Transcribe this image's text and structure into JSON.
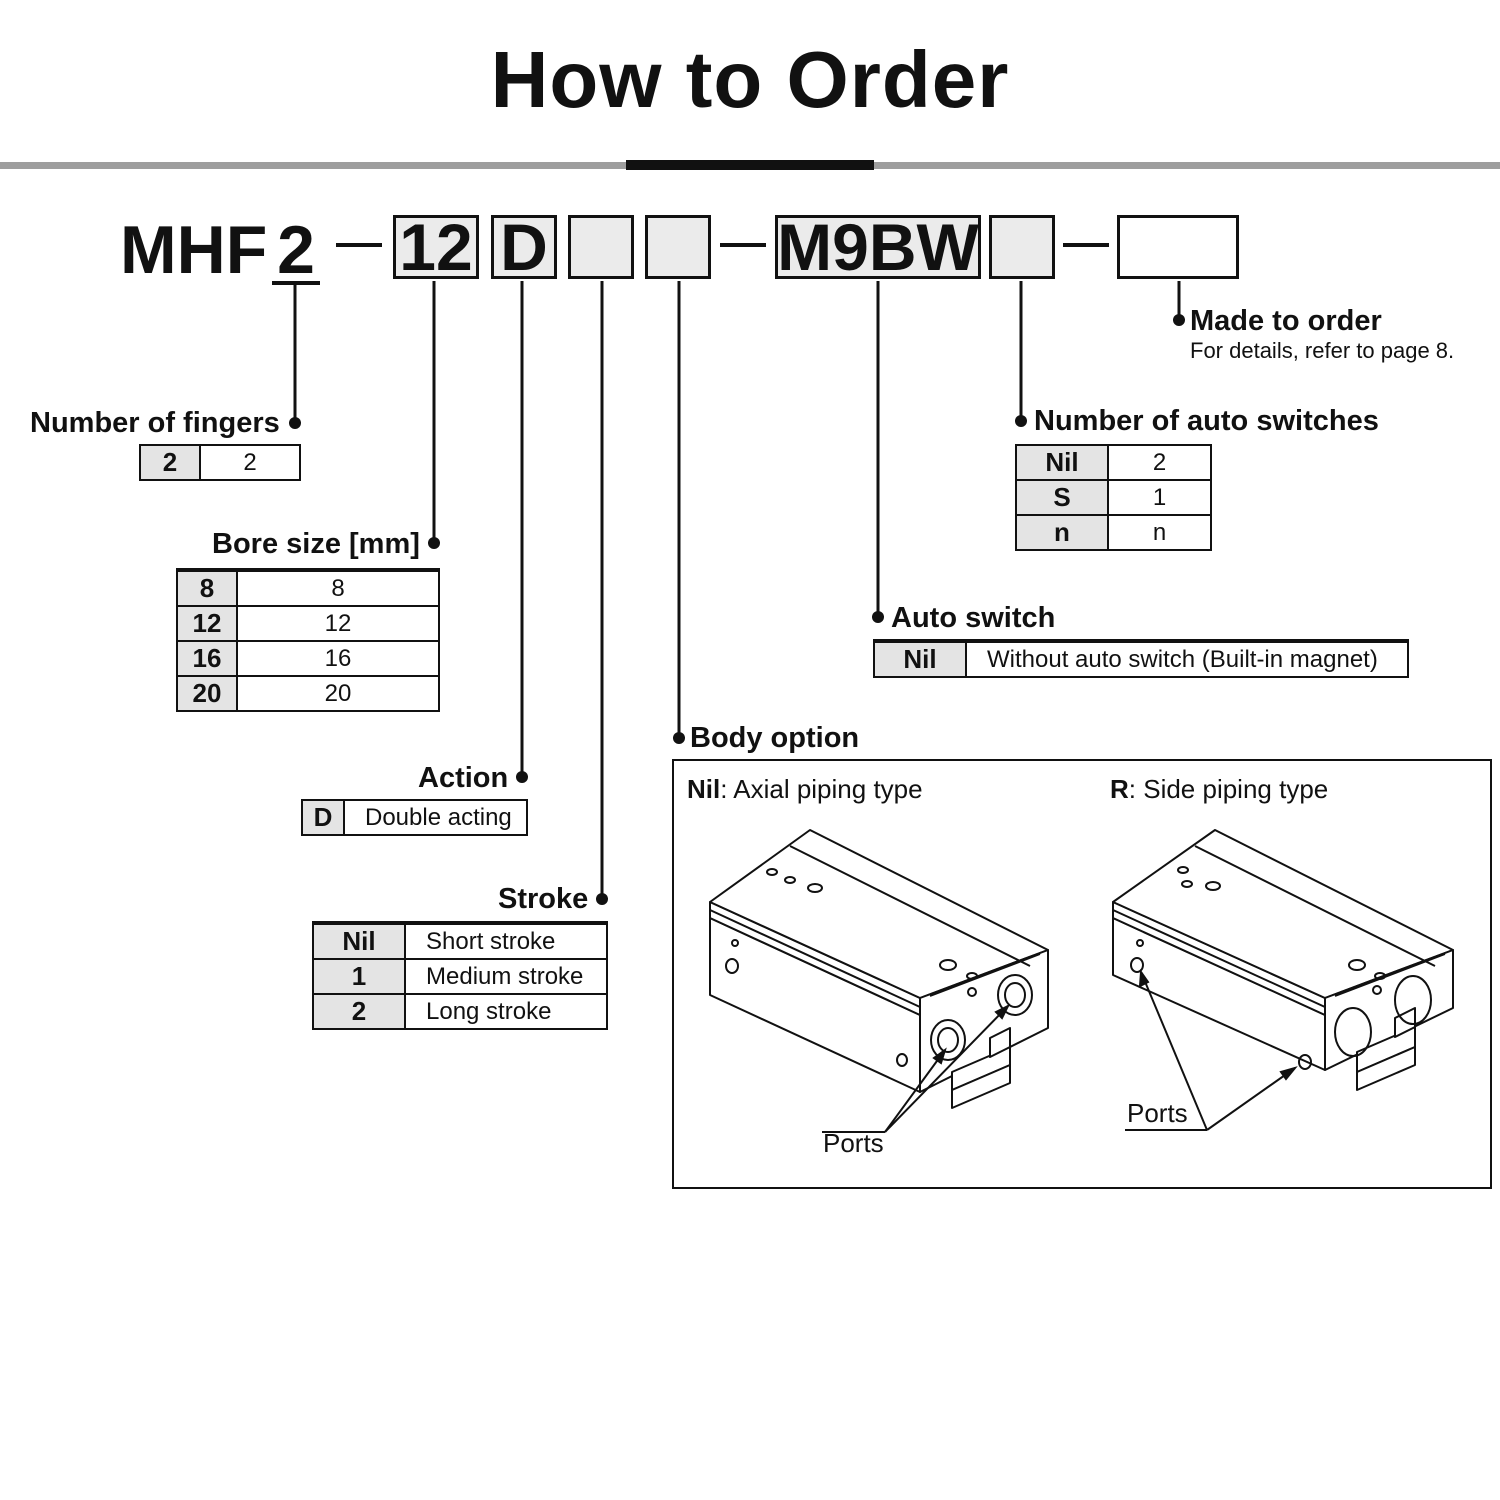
{
  "title": "How to Order",
  "model_code": {
    "prefix": "MHF",
    "fingers": "2",
    "bore": "12",
    "action": "D",
    "auto_switch": "M9BW"
  },
  "made_to_order": {
    "label": "Made to order",
    "note": "For details, refer to page 8."
  },
  "fingers": {
    "label": "Number of fingers",
    "rows": [
      {
        "code": "2",
        "value": "2"
      }
    ]
  },
  "bore_size": {
    "label": "Bore size [mm]",
    "rows": [
      {
        "code": "8",
        "value": "8"
      },
      {
        "code": "12",
        "value": "12"
      },
      {
        "code": "16",
        "value": "16"
      },
      {
        "code": "20",
        "value": "20"
      }
    ]
  },
  "action": {
    "label": "Action",
    "rows": [
      {
        "code": "D",
        "value": "Double acting"
      }
    ]
  },
  "stroke": {
    "label": "Stroke",
    "rows": [
      {
        "code": "Nil",
        "value": "Short stroke"
      },
      {
        "code": "1",
        "value": "Medium stroke"
      },
      {
        "code": "2",
        "value": "Long stroke"
      }
    ]
  },
  "auto_switch_count": {
    "label": "Number of auto switches",
    "rows": [
      {
        "code": "Nil",
        "value": "2"
      },
      {
        "code": "S",
        "value": "1"
      },
      {
        "code": "n",
        "value": "n"
      }
    ]
  },
  "auto_switch": {
    "label": "Auto switch",
    "rows": [
      {
        "code": "Nil",
        "value": "Without auto switch (Built-in magnet)"
      }
    ]
  },
  "body_option": {
    "label": "Body option",
    "axial": {
      "code": "Nil",
      "text": ": Axial piping type",
      "ports_label": "Ports"
    },
    "side": {
      "code": "R",
      "text": ": Side piping type",
      "ports_label": "Ports"
    }
  }
}
